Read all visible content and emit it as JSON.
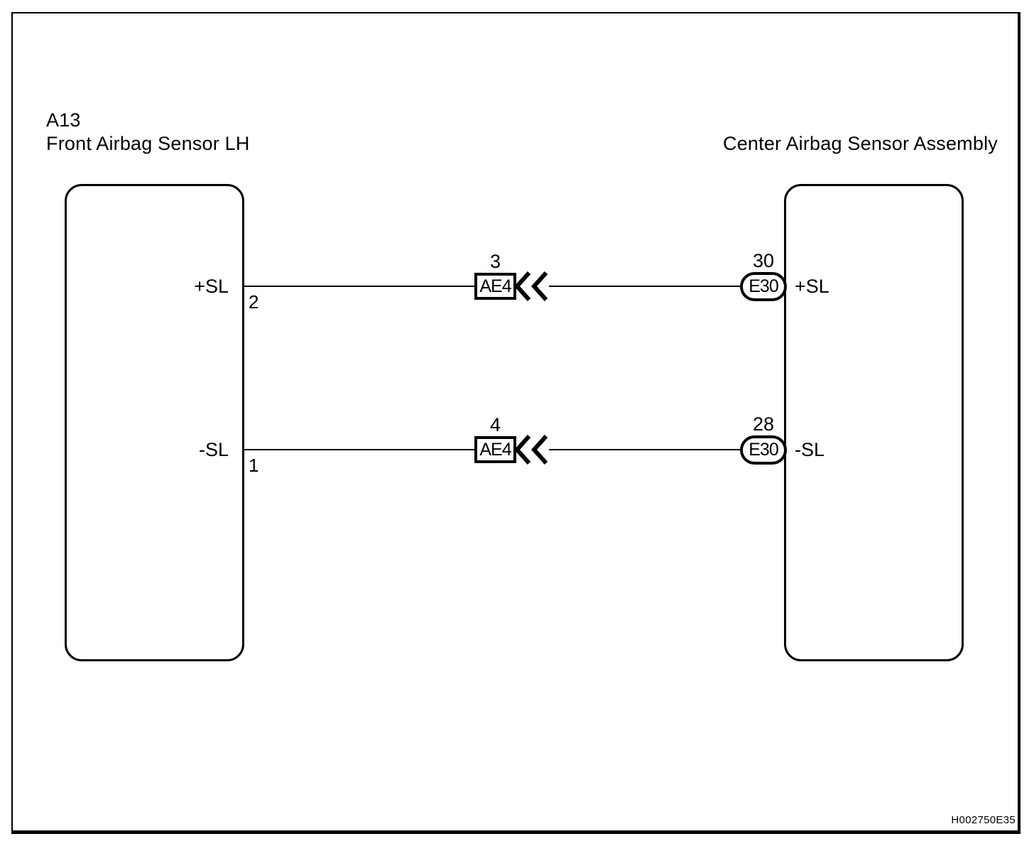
{
  "diagram": {
    "left_component": {
      "code": "A13",
      "name": "Front Airbag Sensor LH"
    },
    "right_component": {
      "name": "Center Airbag Sensor Assembly"
    },
    "wires": [
      {
        "signal_left": "+SL",
        "pin_left": "2",
        "mid_connector": {
          "pin": "3",
          "label": "AE4"
        },
        "right_connector": {
          "pin": "30",
          "label": "E30"
        },
        "signal_right": "+SL"
      },
      {
        "signal_left": "-SL",
        "pin_left": "1",
        "mid_connector": {
          "pin": "4",
          "label": "AE4"
        },
        "right_connector": {
          "pin": "28",
          "label": "E30"
        },
        "signal_right": "-SL"
      }
    ],
    "figure_code": "H002750E35",
    "colors": {
      "line": "#000000",
      "background": "#ffffff"
    }
  }
}
